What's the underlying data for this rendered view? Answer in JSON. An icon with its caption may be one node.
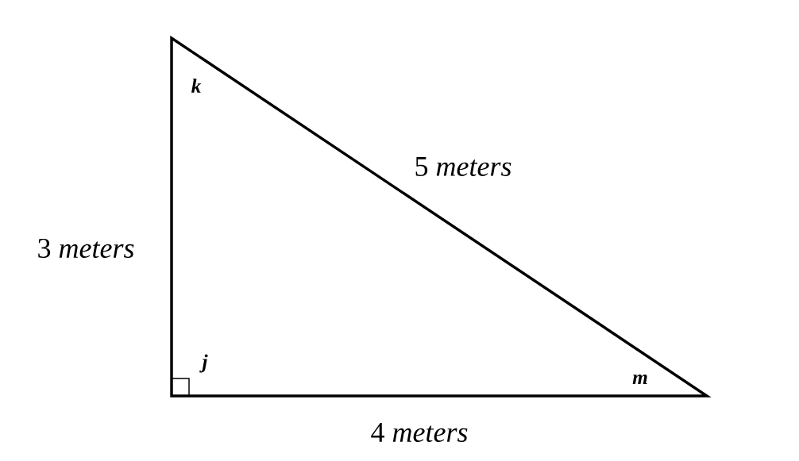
{
  "diagram": {
    "labels": [
      "*k*",
      "5 *meters*",
      "3 *meters*",
      "*j*",
      "*m*",
      "4 *meters*"
    ]
  }
}
